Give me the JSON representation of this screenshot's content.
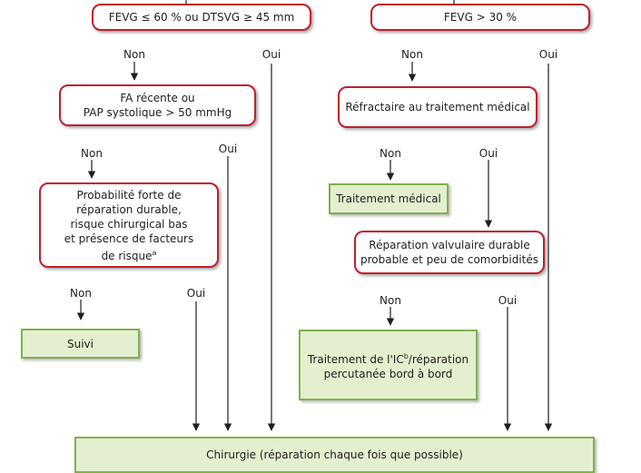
{
  "decisions": {
    "fevg_left": "FEVG ≤ 60 % ou DTSVG ≥ 45 mm",
    "fevg_right": "FEVG > 30 %",
    "fa_recente": "FA récente ou\nPAP systolique > 50 mmHg",
    "refractaire": "Réfractaire au traitement médical",
    "probabilite": "Probabilité forte de\nréparation durable,\nrisque chirurgical bas\net présence de facteurs\nde risque",
    "probabilite_sup": "a",
    "reparation_valvulaire": "Réparation valvulaire durable\nprobable et peu de comorbidités"
  },
  "outcomes": {
    "traitement_medical": "Traitement médical",
    "suivi": "Suivi",
    "traitement_ic_pre": "Traitement de l'IC",
    "traitement_ic_sup": "b",
    "traitement_ic_post": "/réparation\npercutanée bord à bord",
    "chirurgie": "Chirurgie (réparation chaque fois que possible)"
  },
  "labels": {
    "non": "Non",
    "oui": "Oui"
  },
  "colors": {
    "decision_border": "#c0202c",
    "outcome_border": "#7fb24a",
    "outcome_fill": "#e4efcf"
  }
}
